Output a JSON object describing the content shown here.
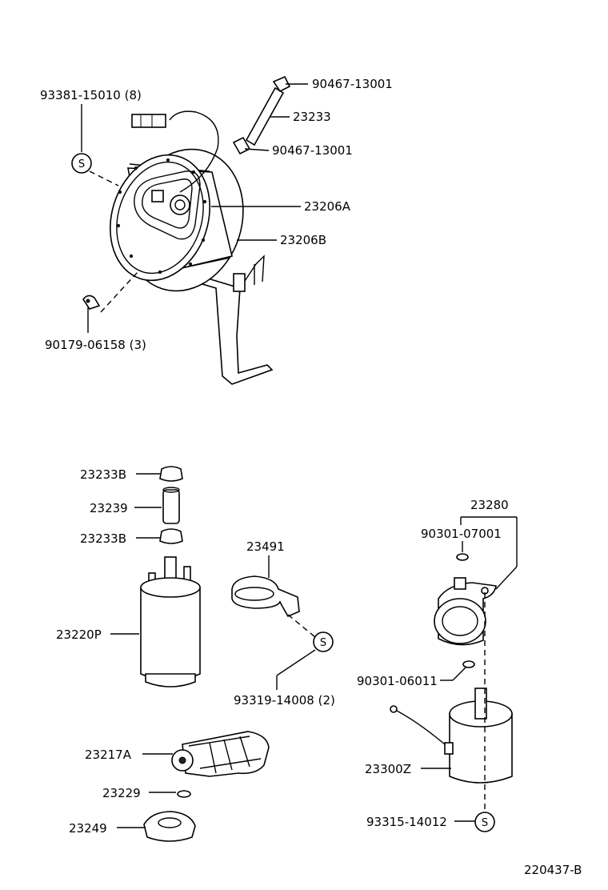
{
  "labels": {
    "p93381": "93381-15010 (8)",
    "p90467a": "90467-13001",
    "p23233": "23233",
    "p90467b": "90467-13001",
    "p23206A": "23206A",
    "p23206B": "23206B",
    "p90179": "90179-06158 (3)",
    "p23233B_top": "23233B",
    "p23239": "23239",
    "p23233B_bot": "23233B",
    "p23220P": "23220P",
    "p23491": "23491",
    "p93319": "93319-14008 (2)",
    "p23280": "23280",
    "p90301_07001": "90301-07001",
    "p90301_06011": "90301-06011",
    "p23300Z": "23300Z",
    "p93315": "93315-14012",
    "p23217A": "23217A",
    "p23229": "23229",
    "p23249": "23249",
    "s_marker": "S",
    "drawing_number": "220437-B"
  }
}
